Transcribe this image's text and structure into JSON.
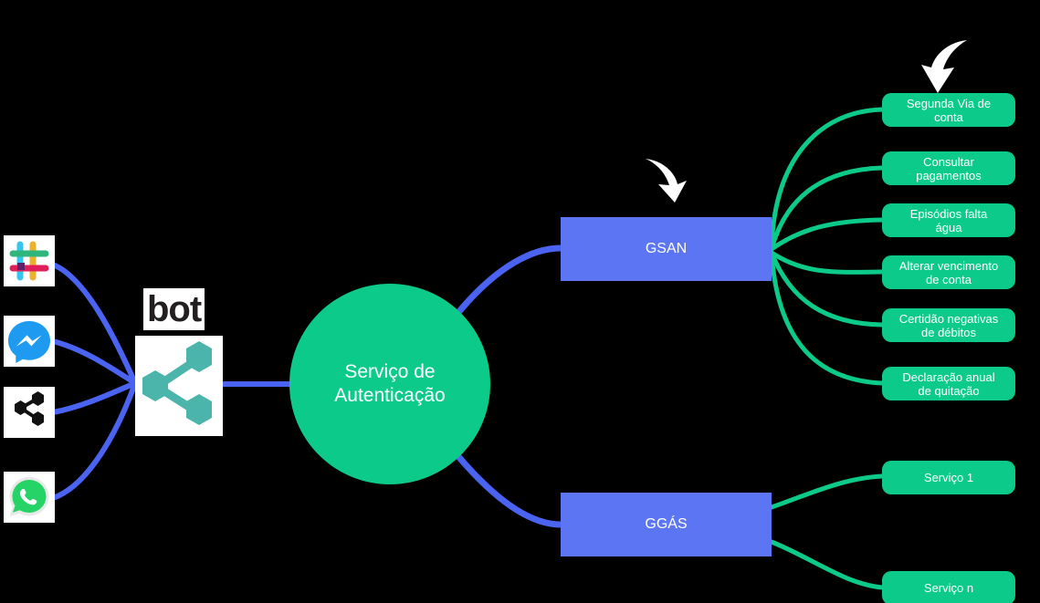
{
  "diagram": {
    "title": "Servico de Autenticacao bot architecture",
    "colors": {
      "background": "#000000",
      "green": "#0ccb8a",
      "blue": "#5c75f2",
      "teal_icon": "#4cb5ab",
      "white": "#ffffff",
      "bot_text": "#231f20"
    }
  },
  "channels": [
    {
      "name": "slack",
      "icon": "slack-icon"
    },
    {
      "name": "messenger",
      "icon": "messenger-icon"
    },
    {
      "name": "network",
      "icon": "network-share-icon"
    },
    {
      "name": "whatsapp",
      "icon": "whatsapp-icon"
    }
  ],
  "hub": {
    "label": "bot",
    "icon": "hexagon-network-icon"
  },
  "center": {
    "label": "Serviço de\nAutenticação"
  },
  "systems": [
    {
      "id": "gsan",
      "label": "GSAN"
    },
    {
      "id": "ggas",
      "label": "GGÁS"
    }
  ],
  "gsan_services": [
    {
      "label": "Segunda Via de\nconta"
    },
    {
      "label": "Consultar\npagamentos"
    },
    {
      "label": "Episódios falta\nágua"
    },
    {
      "label": "Alterar vencimento\nde conta"
    },
    {
      "label": "Certidão negativas\nde débitos"
    },
    {
      "label": "Declaração anual\nde quitação"
    }
  ],
  "ggas_services": [
    {
      "label": "Serviço 1"
    },
    {
      "label": "Serviço n"
    }
  ],
  "cursors": [
    {
      "name": "curved-arrow-top",
      "points_to": "Segunda Via de conta"
    },
    {
      "name": "curved-arrow-mid",
      "points_to": "GSAN"
    }
  ]
}
